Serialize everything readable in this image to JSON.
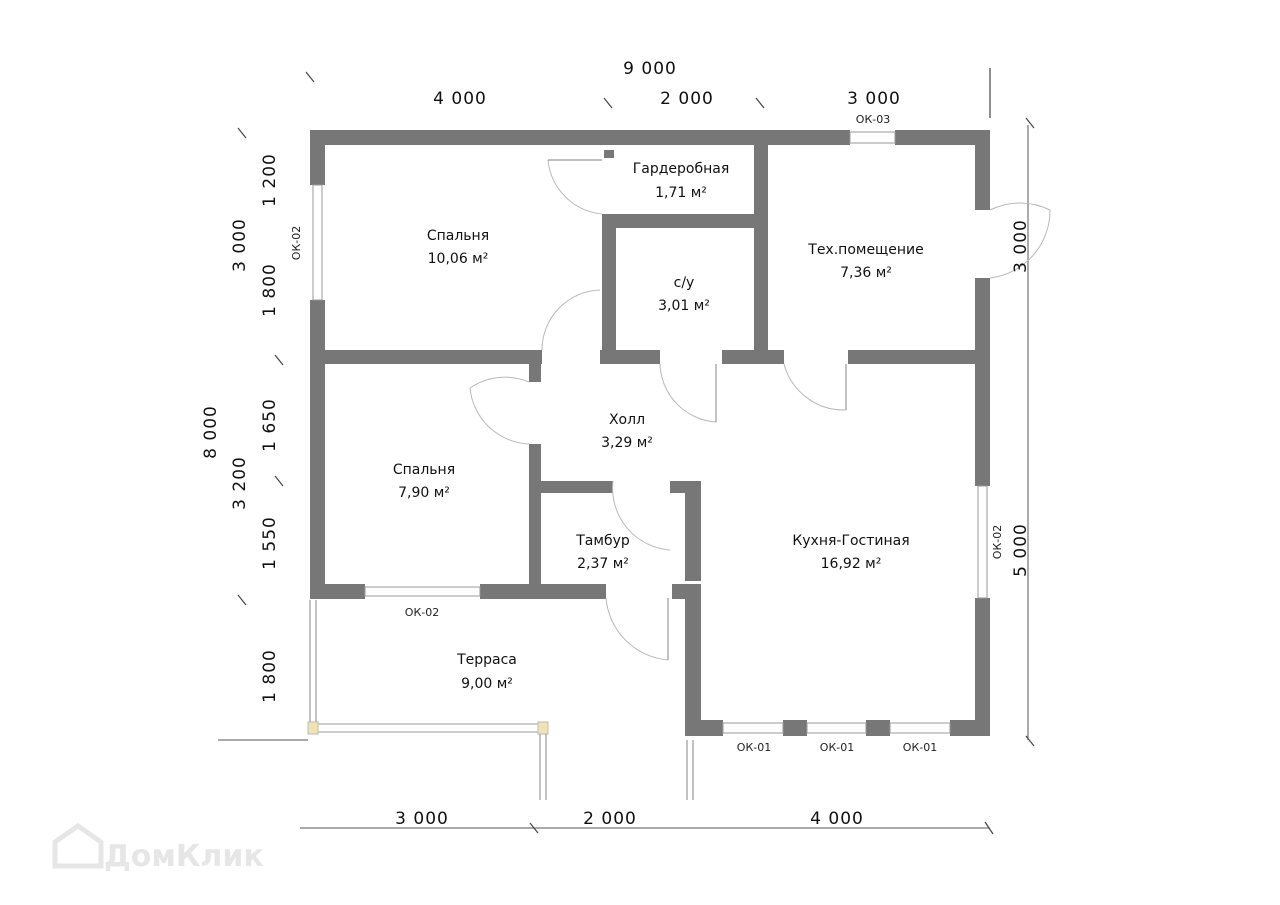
{
  "dimensions": {
    "top_total": "9 000",
    "top_segments": [
      "4 000",
      "2 000",
      "3 000"
    ],
    "bottom_segments": [
      "3 000",
      "2 000",
      "4 000"
    ],
    "left_total": "8 000",
    "left_mid": [
      "3 000",
      "3 200"
    ],
    "left_inner": [
      "1 200",
      "1 800",
      "1 650",
      "1 550",
      "1 800"
    ],
    "right": [
      "3 000",
      "5 000"
    ]
  },
  "rooms": {
    "wardrobe": {
      "name": "Гардеробная",
      "area": "1,71 м²"
    },
    "bedroom1": {
      "name": "Спальня",
      "area": "10,06 м²"
    },
    "bathroom": {
      "name": "с/у",
      "area": "3,01 м²"
    },
    "tech": {
      "name": "Тех.помещение",
      "area": "7,36 м²"
    },
    "hall": {
      "name": "Холл",
      "area": "3,29 м²"
    },
    "bedroom2": {
      "name": "Спальня",
      "area": "7,90 м²"
    },
    "vestibule": {
      "name": "Тамбур",
      "area": "2,37 м²"
    },
    "kitchen": {
      "name": "Кухня-Гостиная",
      "area": "16,92 м²"
    },
    "terrace": {
      "name": "Терраса",
      "area": "9,00 м²"
    }
  },
  "windows": {
    "ok03": "ОК-03",
    "ok02_left": "ОК-02",
    "ok02_bottom": "ОК-02",
    "ok02_right": "ОК-02",
    "ok01": [
      "ОК-01",
      "ОК-01",
      "ОК-01"
    ]
  },
  "watermark": "ДомКлик"
}
